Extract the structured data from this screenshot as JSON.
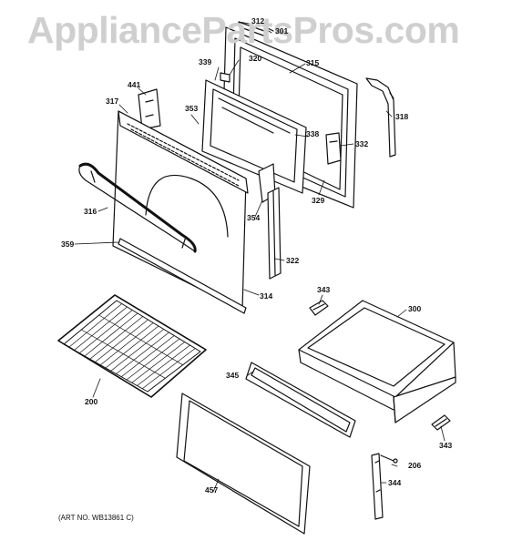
{
  "watermark": "AppliancePartsPros.com",
  "art_number": "(ART NO. WB13861 C)",
  "parts": [
    {
      "id": "p312",
      "number": "312"
    },
    {
      "id": "p301",
      "number": "301"
    },
    {
      "id": "p339",
      "number": "339"
    },
    {
      "id": "p320",
      "number": "320"
    },
    {
      "id": "p315",
      "number": "315"
    },
    {
      "id": "p441",
      "number": "441"
    },
    {
      "id": "p317",
      "number": "317"
    },
    {
      "id": "p353",
      "number": "353"
    },
    {
      "id": "p318",
      "number": "318"
    },
    {
      "id": "p338",
      "number": "338"
    },
    {
      "id": "p332",
      "number": "332"
    },
    {
      "id": "p329",
      "number": "329"
    },
    {
      "id": "p316",
      "number": "316"
    },
    {
      "id": "p354",
      "number": "354"
    },
    {
      "id": "p359",
      "number": "359"
    },
    {
      "id": "p322",
      "number": "322"
    },
    {
      "id": "p314",
      "number": "314"
    },
    {
      "id": "p343a",
      "number": "343"
    },
    {
      "id": "p300",
      "number": "300"
    },
    {
      "id": "p345",
      "number": "345"
    },
    {
      "id": "p200",
      "number": "200"
    },
    {
      "id": "p343b",
      "number": "343"
    },
    {
      "id": "p206",
      "number": "206"
    },
    {
      "id": "p457",
      "number": "457"
    },
    {
      "id": "p344",
      "number": "344"
    }
  ]
}
